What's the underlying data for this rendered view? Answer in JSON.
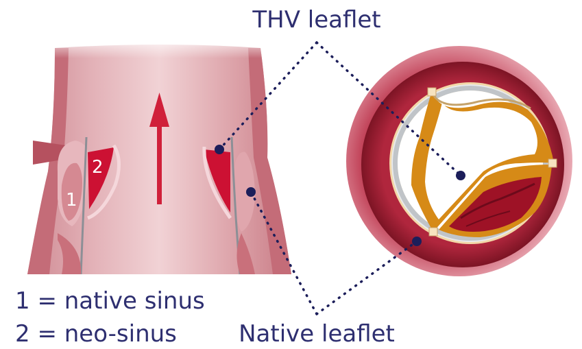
{
  "labels": {
    "thv_leaflet": "THV leaflet",
    "native_leaflet": "Native leaflet",
    "sinus_1": "1",
    "sinus_2": "2",
    "legend_1": "1 = native sinus",
    "legend_2": "2 = neo-sinus"
  },
  "colors": {
    "text": "#2e2f70",
    "arrow": "#d0203a",
    "neo_sinus": "#cc1133",
    "aorta_outer": "#8e1a2c",
    "valve_frame": "#c0c4c8",
    "thv_leaflet": "#d68a17",
    "calcified_leaflet": "#9e1226"
  },
  "icons": {
    "flow_arrow": "arrow-up-icon"
  }
}
